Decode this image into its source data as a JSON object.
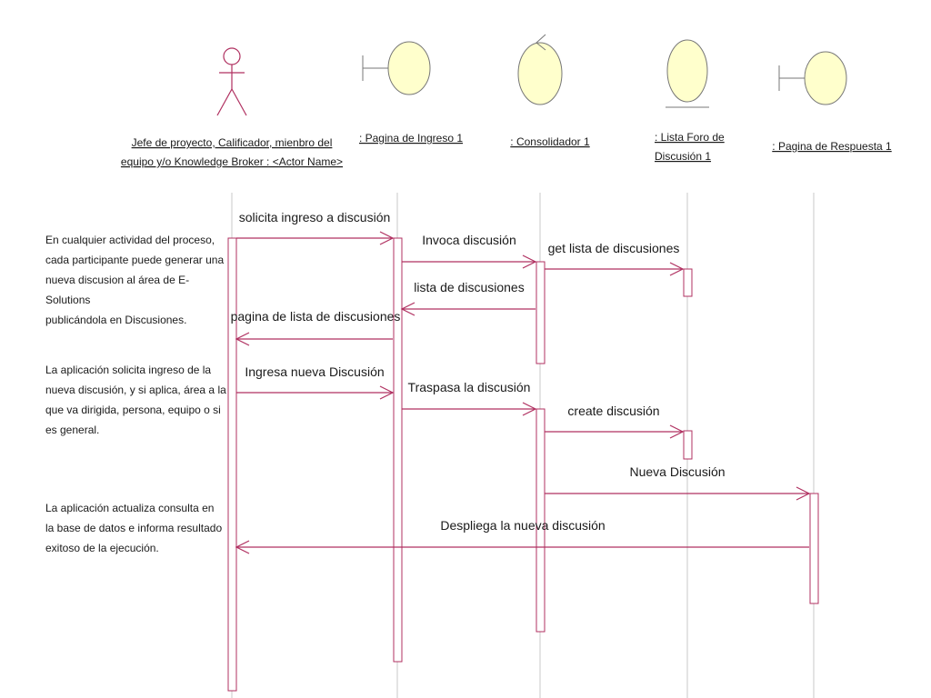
{
  "colors": {
    "line": "#b03060",
    "icon_fill": "#ffffcc",
    "lifeline": "#c8c8c8"
  },
  "participants": [
    {
      "kind": "actor",
      "label_lines": [
        "Jefe de proyecto, Calificador, mienbro del",
        "equipo y/o Knowledge Broker : <Actor Name>"
      ]
    },
    {
      "kind": "boundary",
      "label_lines": [
        ": Pagina de Ingreso 1"
      ]
    },
    {
      "kind": "control",
      "label_lines": [
        ": Consolidador 1"
      ]
    },
    {
      "kind": "entity",
      "label_lines": [
        ": Lista Foro de",
        "Discusión 1"
      ]
    },
    {
      "kind": "boundary",
      "label_lines": [
        ": Pagina de Respuesta 1"
      ]
    }
  ],
  "messages": [
    {
      "label": "solicita ingreso a  discusión",
      "from": 0,
      "to": 1
    },
    {
      "label": "Invoca discusión",
      "from": 1,
      "to": 2
    },
    {
      "label": "get lista de discusiones",
      "from": 2,
      "to": 3
    },
    {
      "label": "lista de discusiones",
      "from": 2,
      "to": 1
    },
    {
      "label": "pagina de lista de discusiones",
      "from": 1,
      "to": 0
    },
    {
      "label": "Ingresa nueva Discusión",
      "from": 0,
      "to": 1
    },
    {
      "label": "Traspasa la discusión",
      "from": 1,
      "to": 2
    },
    {
      "label": "create  discusión",
      "from": 2,
      "to": 3
    },
    {
      "label": "Nueva Discusión",
      "from": 2,
      "to": 4
    },
    {
      "label": "Despliega la nueva discusión",
      "from": 4,
      "to": 0
    }
  ],
  "notes": [
    {
      "lines": [
        "En cualquier actividad del proceso,",
        "cada participante puede generar una",
        "nueva discusion al área de E-Solutions",
        "publicándola en Discusiones."
      ]
    },
    {
      "lines": [
        "La aplicación solicita ingreso de la",
        "nueva discusión, y si aplica, área a la",
        "que va dirigida, persona, equipo o si",
        "es general."
      ]
    },
    {
      "lines": [
        "La aplicación actualiza consulta en",
        "la base de datos e informa resultado",
        "exitoso de la ejecución."
      ]
    }
  ]
}
